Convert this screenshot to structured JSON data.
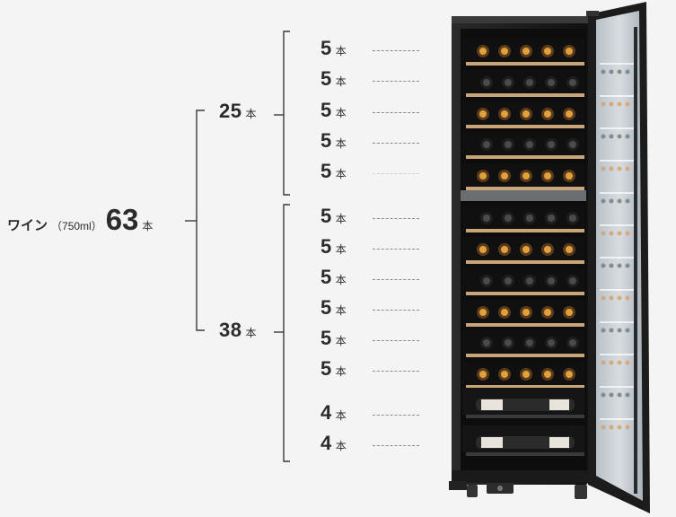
{
  "total": {
    "title": "ワイン",
    "sub": "（750ml）",
    "count": "63",
    "unit": "本"
  },
  "groups": [
    {
      "count": "25",
      "unit": "本"
    },
    {
      "count": "38",
      "unit": "本"
    }
  ],
  "shelves": [
    {
      "count": "5",
      "unit": "本"
    },
    {
      "count": "5",
      "unit": "本"
    },
    {
      "count": "5",
      "unit": "本"
    },
    {
      "count": "5",
      "unit": "本"
    },
    {
      "count": "5",
      "unit": "本"
    },
    {
      "count": "5",
      "unit": "本"
    },
    {
      "count": "5",
      "unit": "本"
    },
    {
      "count": "5",
      "unit": "本"
    },
    {
      "count": "5",
      "unit": "本"
    },
    {
      "count": "5",
      "unit": "本"
    },
    {
      "count": "5",
      "unit": "本"
    },
    {
      "count": "4",
      "unit": "本"
    },
    {
      "count": "4",
      "unit": "本"
    }
  ],
  "colors": {
    "text": "#2b2b2b",
    "cabinet": "#1c1c1c",
    "shelf_wood": "#c9a57a",
    "bottle_cap": "#e0a13c",
    "bottle_dark": "#2a2a2a",
    "glass": "#dfe6ec"
  }
}
